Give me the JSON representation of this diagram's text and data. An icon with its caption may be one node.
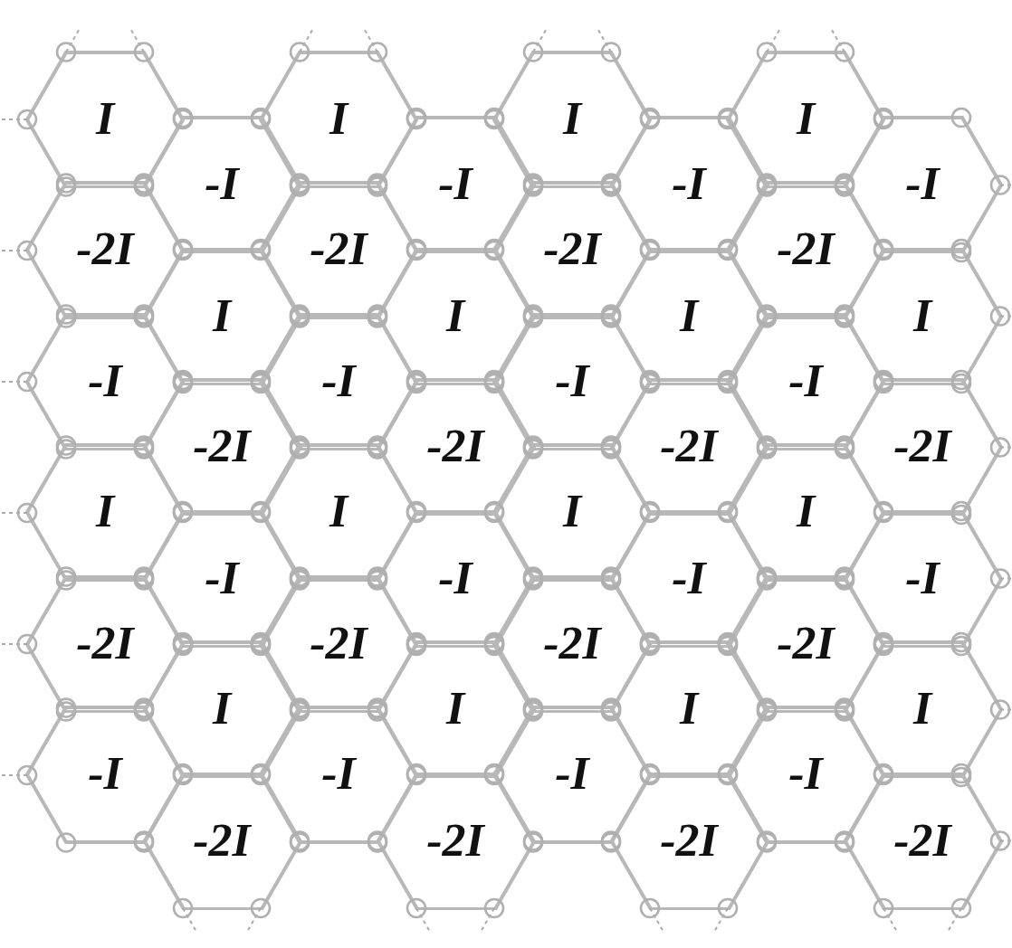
{
  "diagram": {
    "nodes": [
      {
        "text": [
          "I"
        ]
      },
      {
        "text": [
          "I"
        ]
      },
      {
        "text": [
          "I"
        ]
      },
      {
        "text": [
          "I"
        ]
      },
      {
        "text": [
          "-I"
        ]
      },
      {
        "text": [
          "-I"
        ]
      },
      {
        "text": [
          "-I"
        ]
      },
      {
        "text": [
          "-I"
        ]
      },
      {
        "text": [
          "-2I"
        ]
      },
      {
        "text": [
          "-2I"
        ]
      },
      {
        "text": [
          "-2I"
        ]
      },
      {
        "text": [
          "-2I"
        ]
      },
      {
        "text": [
          "I"
        ]
      },
      {
        "text": [
          "I"
        ]
      },
      {
        "text": [
          "I"
        ]
      },
      {
        "text": [
          "I"
        ]
      },
      {
        "text": [
          "-I"
        ]
      },
      {
        "text": [
          "-I"
        ]
      },
      {
        "text": [
          "-I"
        ]
      },
      {
        "text": [
          "-I"
        ]
      },
      {
        "text": [
          "-2I"
        ]
      },
      {
        "text": [
          "-2I"
        ]
      },
      {
        "text": [
          "-2I"
        ]
      },
      {
        "text": [
          "-2I"
        ]
      },
      {
        "text": [
          "I"
        ]
      },
      {
        "text": [
          "I"
        ]
      },
      {
        "text": [
          "I"
        ]
      },
      {
        "text": [
          "I"
        ]
      },
      {
        "text": [
          "-I"
        ]
      },
      {
        "text": [
          "-I"
        ]
      },
      {
        "text": [
          "-I"
        ]
      },
      {
        "text": [
          "-I"
        ]
      },
      {
        "text": [
          "-2I"
        ]
      },
      {
        "text": [
          "-2I"
        ]
      },
      {
        "text": [
          "-2I"
        ]
      },
      {
        "text": [
          "-2I"
        ]
      },
      {
        "text": [
          "I"
        ]
      },
      {
        "text": [
          "I"
        ]
      },
      {
        "text": [
          "I"
        ]
      },
      {
        "text": [
          "I"
        ]
      },
      {
        "text": [
          "-I"
        ]
      },
      {
        "text": [
          "-I"
        ]
      },
      {
        "text": [
          "-I"
        ]
      },
      {
        "text": [
          "-I"
        ]
      },
      {
        "text": [
          "-2I"
        ]
      },
      {
        "text": [
          "-2I"
        ]
      },
      {
        "text": [
          "-2I"
        ]
      },
      {
        "text": [
          "-2I"
        ]
      }
    ]
  }
}
